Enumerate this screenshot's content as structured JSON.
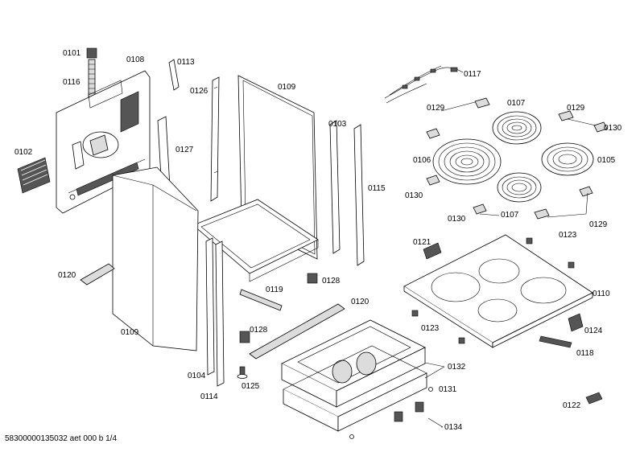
{
  "labels": {
    "l0101": "0101",
    "l0108": "0108",
    "l0113": "0113",
    "l0116": "0116",
    "l0126": "0126",
    "l0109a": "0109",
    "l0117": "0117",
    "l0102": "0102",
    "l0127": "0127",
    "l0103": "0103",
    "l0129a": "0129",
    "l0107a": "0107",
    "l0129b": "0129",
    "l0130a": "0130",
    "l0106": "0106",
    "l0105": "0105",
    "l0115": "0115",
    "l0130b": "0130",
    "l0107b": "0107",
    "l0130c": "0130",
    "l0129c": "0129",
    "l0121": "0121",
    "l0123a": "0123",
    "l0120a": "0120",
    "l0128a": "0128",
    "l0119": "0119",
    "l0110": "0110",
    "l0120b": "0120",
    "l0109b": "0109",
    "l0128b": "0128",
    "l0123b": "0123",
    "l0124": "0124",
    "l0118": "0118",
    "l0132": "0132",
    "l0104": "0104",
    "l0125": "0125",
    "l0131": "0131",
    "l0114": "0114",
    "l0122": "0122",
    "l0134": "0134"
  },
  "footer": "58300000135032 aet 000 b 1/4"
}
